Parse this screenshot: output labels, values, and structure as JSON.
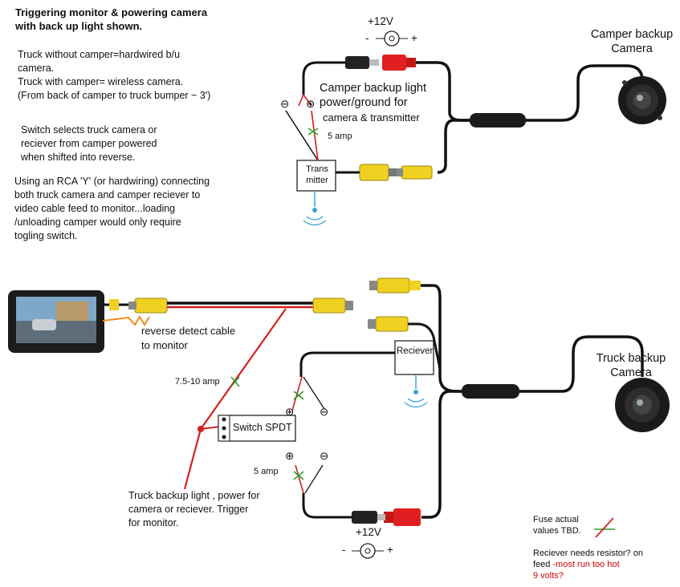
{
  "title": "Triggering monitor & powering camera\nwith back up light shown.",
  "notes": {
    "note1": "Truck without camper=hardwired b/u\ncamera.\nTruck with camper= wireless camera.\n(From back of camper to truck bumper ~ 3')",
    "note2": "Switch selects  truck camera or\nreciever from camper powered\nwhen shifted into reverse.",
    "note3": "Using an RCA 'Y' (or hardwiring) connecting\nboth truck camera and camper reciever to\nvideo cable feed to monitor...loading\n/unloading camper would only require\ntogling switch."
  },
  "top_circuit": {
    "power_label": "+12V",
    "minus": "-",
    "plus": "+",
    "camera_label": "Camper backup\nCamera",
    "light_label": "Camper backup light\npower/ground for",
    "light_label2": "camera & transmitter",
    "fuse_label": "5 amp",
    "transmitter_label": "Trans\nmitter",
    "neg_symbol": "⊖",
    "pos_symbol": "⊕"
  },
  "bottom_circuit": {
    "reverse_cable_label": "reverse detect cable\nto monitor",
    "fuse_main_label": "7.5-10 amp",
    "switch_label": "Switch SPDT",
    "fuse_lower_label": "5 amp",
    "receiver_label": "Reciever",
    "camera_label": "Truck backup\nCamera",
    "power_label": "+12V",
    "minus": "-",
    "plus": "+",
    "backup_light_label": "Truck backup light , power for\ncamera or reciever. Trigger\nfor monitor.",
    "neg_symbol": "⊖",
    "pos_symbol": "⊕"
  },
  "legend": {
    "fuse_note": "Fuse actual\n values TBD.",
    "resistor_note": "Reciever needs resistor? on\nfeed ",
    "resistor_note_red": "-most run too hot\n9 volts?"
  },
  "colors": {
    "wire_red": "#d42020",
    "wire_black": "#111111",
    "rca_yellow": "#f0d020",
    "rca_red": "#e02020",
    "fuse_green": "#2a9d2a",
    "note_red": "#d40000"
  }
}
